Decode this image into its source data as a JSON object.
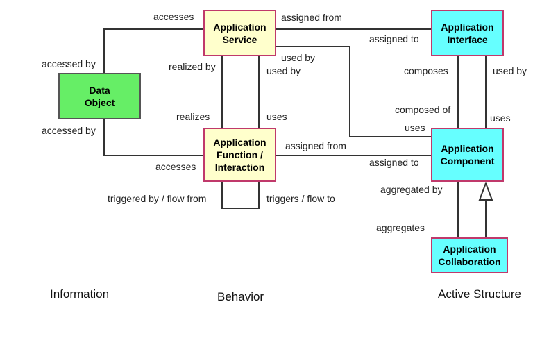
{
  "nodes": {
    "app_service": "Application\nService",
    "app_interface": "Application\nInterface",
    "data_object": "Data\nObject",
    "app_function": "Application\nFunction /\nInteraction",
    "app_component": "Application\nComponent",
    "app_collaboration": "Application\nCollaboration"
  },
  "labels": {
    "accesses_top": "accesses",
    "assigned_from_top": "assigned from",
    "assigned_to_top": "assigned to",
    "accessed_by_top": "accessed by",
    "realized_by": "realized by",
    "used_by_mid1": "used by",
    "used_by_mid2": "used by",
    "composes": "composes",
    "used_by_right": "used by",
    "realizes": "realizes",
    "uses_mid": "uses",
    "composed_of": "composed of",
    "uses_comp": "uses",
    "uses_right": "uses",
    "accessed_by_bottom": "accessed by",
    "assigned_from_bottom": "assigned from",
    "accesses_bottom": "accesses",
    "assigned_to_bottom": "assigned to",
    "triggered_by": "triggered by / flow from",
    "triggers": "triggers / flow to",
    "aggregated_by": "aggregated by",
    "aggregates": "aggregates"
  },
  "layers": {
    "information": "Information",
    "behavior": "Behavior",
    "active_structure": "Active Structure"
  }
}
